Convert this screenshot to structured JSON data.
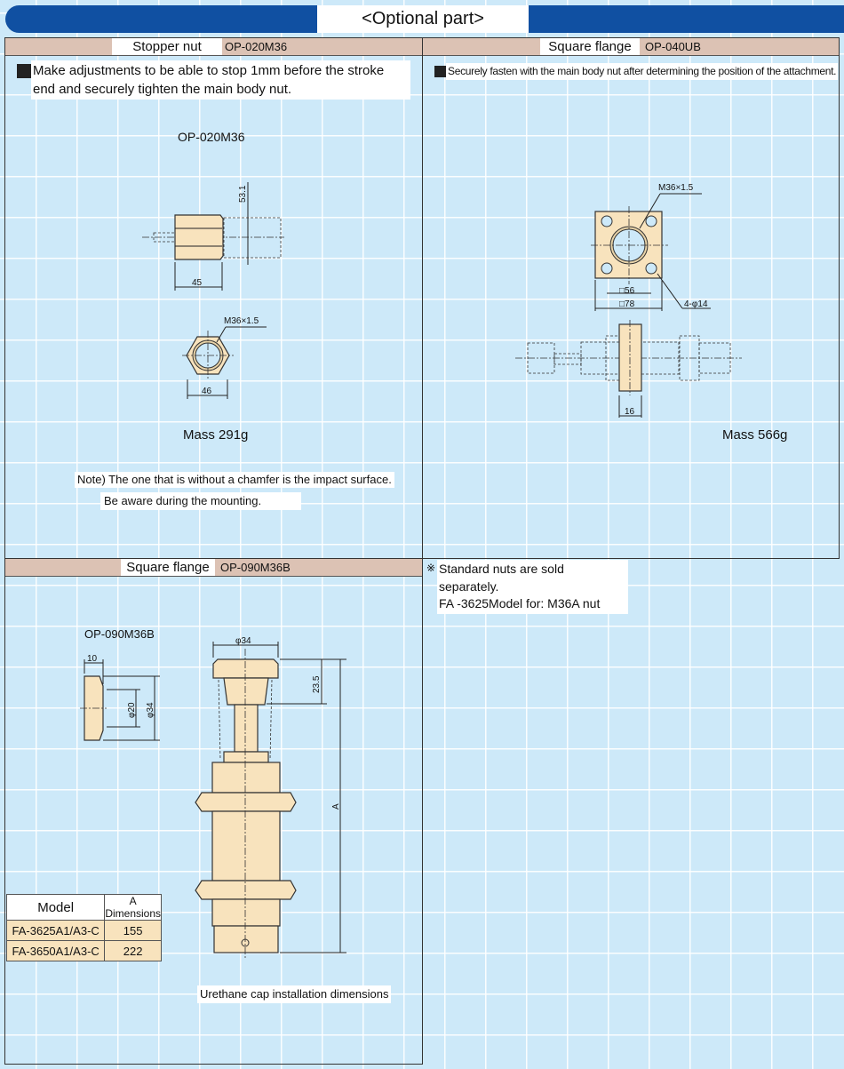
{
  "title": "<Optional part>",
  "stopper_nut": {
    "label": "Stopper nut",
    "code": "OP-020M36",
    "instruction": "Make adjustments to be able to stop 1mm before the stroke end and securely tighten the main body nut.",
    "drawing_title": "OP-020M36",
    "dim_length": "45",
    "dim_stroke": "53.1",
    "thread": "M36×1.5",
    "dim_across": "46",
    "mass": "Mass 291g",
    "note_line1": "Note) The one that is without a chamfer is the impact surface.",
    "note_line2": "Be aware during the mounting."
  },
  "square_flange_top": {
    "label": "Square flange",
    "code": "OP-040UB",
    "instruction": "Securely fasten with the main body nut after determining the position of the attachment.",
    "thread": "M36×1.5",
    "dim_pitch": "□56",
    "dim_outer": "□78",
    "holes": "4-φ14",
    "dim_thickness": "16",
    "mass": "Mass 566g"
  },
  "square_flange_bottom": {
    "label": "Square flange",
    "code": "OP-090M36B",
    "drawing_title": "OP-090M36B",
    "dim_thick": "10",
    "dim_inner": "φ20",
    "dim_outer": "φ34",
    "dim_cap": "φ34",
    "dim_235": "23.5",
    "dim_a": "A",
    "caption": "Urethane cap installation dimensions",
    "table": {
      "headers": [
        "Model",
        "A Dimensions"
      ],
      "rows": [
        [
          "FA-3625A1/A3-C",
          "155"
        ],
        [
          "FA-3650A1/A3-C",
          "222"
        ]
      ]
    }
  },
  "footnote": {
    "mark": "※",
    "line1": "Standard nuts are sold separately.",
    "line2": "FA -3625Model for: M36A nut"
  }
}
